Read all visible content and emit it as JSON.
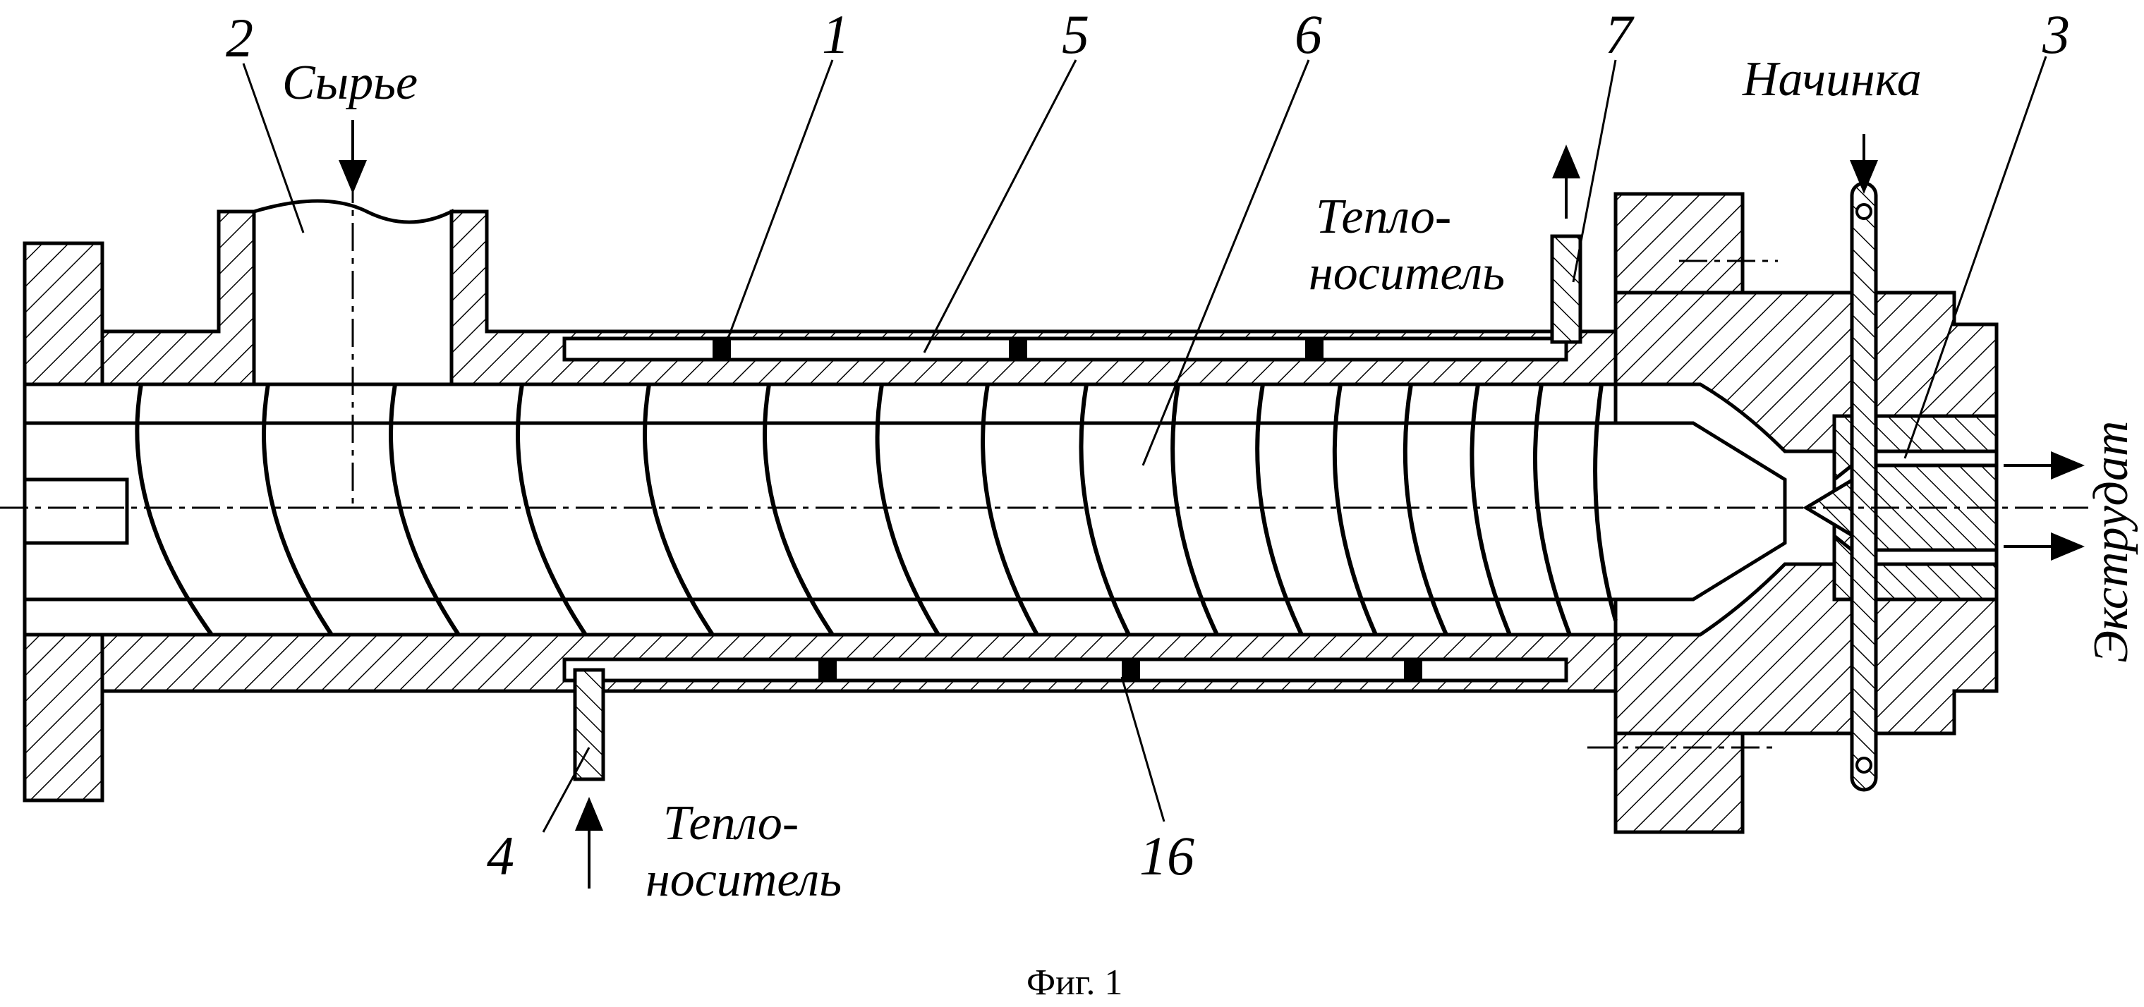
{
  "labels": {
    "l1": "1",
    "l2": "2",
    "l3": "3",
    "l4": "4",
    "l5": "5",
    "l6": "6",
    "l7": "7",
    "l16": "16"
  },
  "text": {
    "raw": "Сырье",
    "filling": "Начинка",
    "coolant_top_1": "Тепло-",
    "coolant_top_2": "носитель",
    "coolant_bottom_1": "Тепло-",
    "coolant_bottom_2": "носитель",
    "extrudate": "Экструдат"
  },
  "caption": "Фиг. 1",
  "colors": {
    "ink": "#000000",
    "paper": "#ffffff"
  }
}
